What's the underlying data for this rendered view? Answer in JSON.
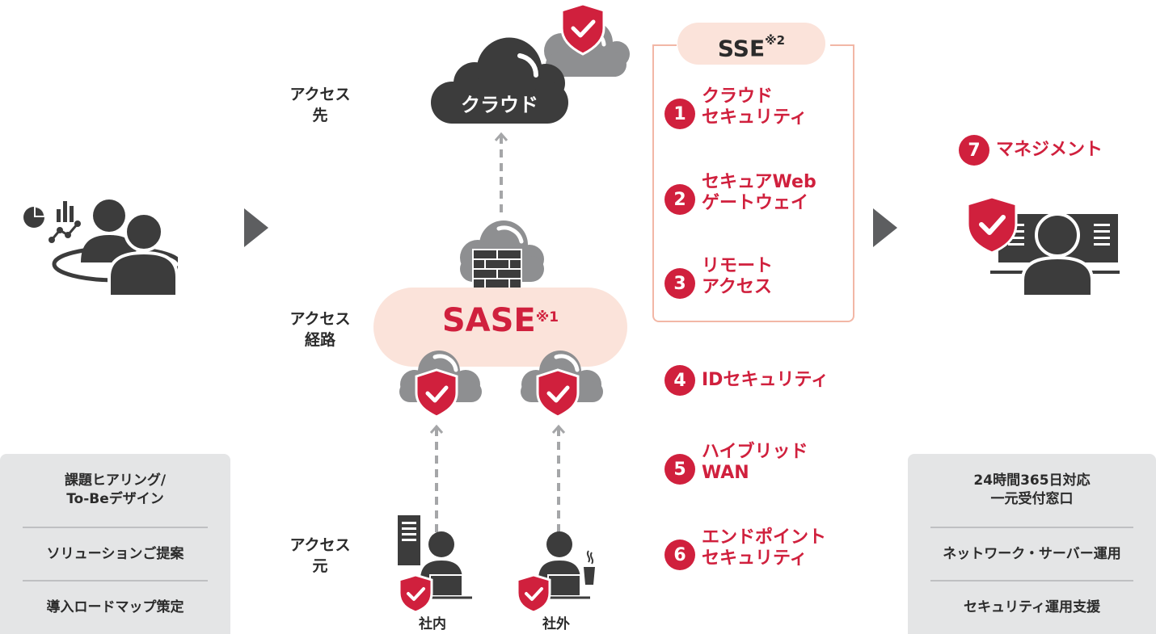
{
  "access_labels": {
    "destination": "アクセス\n先",
    "route": "アクセス\n経路",
    "source": "アクセス\n元"
  },
  "cloud_label": "クラウド",
  "sase": {
    "label": "SASE",
    "note": "※1"
  },
  "sse": {
    "label": "SSE",
    "note": "※2"
  },
  "services": [
    {
      "num": "1",
      "text": "クラウド\nセキュリティ"
    },
    {
      "num": "2",
      "text": "セキュアWeb\nゲートウェイ"
    },
    {
      "num": "3",
      "text": "リモート\nアクセス"
    },
    {
      "num": "4",
      "text": "IDセキュリティ"
    },
    {
      "num": "5",
      "text": "ハイブリッド\nWAN"
    },
    {
      "num": "6",
      "text": "エンドポイント\nセキュリティ"
    }
  ],
  "management": {
    "num": "7",
    "text": "マネジメント"
  },
  "users": {
    "internal": "社内",
    "external": "社外"
  },
  "left_panel": [
    "課題ヒアリング/\nTo-Beデザイン",
    "ソリューションご提案",
    "導入ロードマップ策定"
  ],
  "right_panel": [
    "24時間365日対応\n一元受付窓口",
    "ネットワーク・サーバー運用",
    "セキュリティ運用支援"
  ],
  "colors": {
    "accent": "#d0203d",
    "dark": "#3c3c3c",
    "gray": "#8e8f91",
    "pink": "#fbe3da"
  },
  "icons": [
    "consulting-person-icon",
    "arrow-right-icon",
    "cloud-icon",
    "firewall-icon",
    "shield-check-icon",
    "office-worker-icon",
    "remote-worker-icon",
    "monitoring-operator-icon"
  ]
}
